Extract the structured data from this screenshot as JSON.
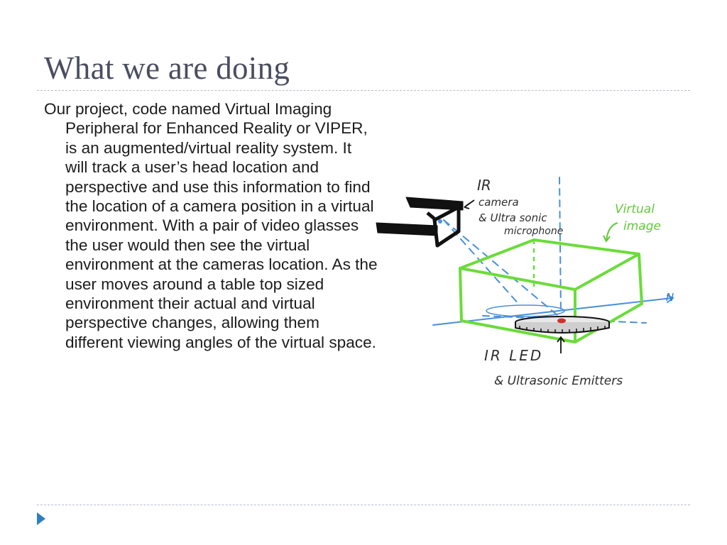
{
  "slide": {
    "title": "What we are doing",
    "body": "Our project, code named Virtual Imaging Peripheral for Enhanced Reality or VIPER, is an augmented/virtual reality system. It will track a user’s head location and perspective and use this information to find the location of a camera position in a virtual environment. With a pair of video glasses the user would then see the virtual environment at the cameras location. As the user moves around a table top sized environment their actual and virtual perspective changes, allowing them different viewing angles of the virtual space."
  },
  "sketch": {
    "ir_label": "IR",
    "camera_label": "camera",
    "ultrasonic_mic_label_1": "& Ultra sonic",
    "ultrasonic_mic_label_2": "microphone",
    "virtual_label_1": "Virtual",
    "virtual_label_2": "image",
    "north_label": "N",
    "led_label": "IR LED",
    "emitters_label": "& Ultrasonic Emitters",
    "colors": {
      "glasses": "#111111",
      "virtual_box": "#6bdc3a",
      "axis": "#4a90d9",
      "handwriting": "#2e2e2e",
      "green_text": "#63c93a",
      "blue_text": "#3a78c8"
    },
    "icons": [
      "video-glasses-icon",
      "turntable-icon"
    ]
  },
  "nav": {
    "icon": "play-triangle-icon",
    "color": "#2e7fbf"
  }
}
